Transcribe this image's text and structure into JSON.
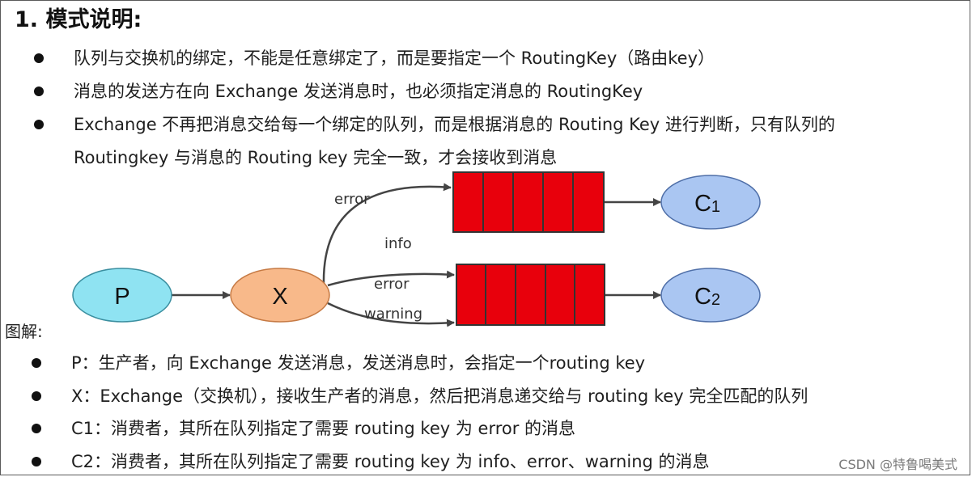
{
  "heading": "1. 模式说明:",
  "intro_bullets": [
    "队列与交换机的绑定，不能是任意绑定了，而是要指定一个 RoutingKey（路由key）",
    "消息的发送方在向 Exchange 发送消息时，也必须指定消息的 RoutingKey",
    "Exchange 不再把消息交给每一个绑定的队列，而是根据消息的 Routing Key 进行判断，只有队列的",
    "Routingkey 与消息的 Routing key 完全一致，才会接收到消息"
  ],
  "diagram": {
    "producer": "P",
    "exchange": "X",
    "consumer1": {
      "main": "C",
      "sub": "1"
    },
    "consumer2": {
      "main": "C",
      "sub": "2"
    },
    "routes": {
      "q1_error": "error",
      "q2_info": "info",
      "q2_error": "error",
      "q2_warning": "warning"
    },
    "colors": {
      "producer_fill": "#8fe3f2",
      "exchange_fill": "#f8b98a",
      "consumer_fill": "#aac6f2",
      "queue_fill": "#e8000c",
      "arrow": "#444444"
    }
  },
  "caption": "图解:",
  "legend_bullets": [
    "P：生产者，向 Exchange 发送消息，发送消息时，会指定一个routing key",
    "X：Exchange（交换机），接收生产者的消息，然后把消息递交给与 routing key 完全匹配的队列",
    "C1：消费者，其所在队列指定了需要 routing key 为 error 的消息",
    "C2：消费者，其所在队列指定了需要 routing key 为 info、error、warning 的消息"
  ],
  "watermark": "CSDN @特鲁喝美式"
}
